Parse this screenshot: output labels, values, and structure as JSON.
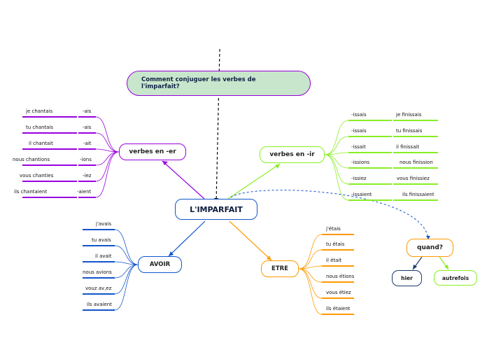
{
  "question": {
    "text": "Comment conjuguer les verbes de l'imparfait?"
  },
  "center": {
    "text": "L'IMPARFAIT"
  },
  "er": {
    "title": "verbes en -er",
    "color": "#9900dd",
    "rows": [
      {
        "verb": "je chantais",
        "ending": "-ais"
      },
      {
        "verb": "tu chantais",
        "ending": "-ais"
      },
      {
        "verb": "il chantait",
        "ending": "-ait"
      },
      {
        "verb": "nous chantions",
        "ending": "-ions"
      },
      {
        "verb": "vous chanties",
        "ending": "-iez"
      },
      {
        "verb": "ils chantaient",
        "ending": "-aient"
      }
    ]
  },
  "ir": {
    "title": "verbes en -ir",
    "color": "#88ee22",
    "rows": [
      {
        "ending": "-issais",
        "verb": "je finissais"
      },
      {
        "ending": "-issais",
        "verb": "tu finissais"
      },
      {
        "ending": "-issait",
        "verb": "il finissait"
      },
      {
        "ending": "-issions",
        "verb": "nous finission"
      },
      {
        "ending": "-issiez",
        "verb": "vous finissiez"
      },
      {
        "ending": "-issaient",
        "verb": "ils finissaient"
      }
    ]
  },
  "avoir": {
    "title": "AVOIR",
    "color": "#1155cc",
    "rows": [
      "j'avais",
      "tu avais",
      "il avait",
      "nous avions",
      "vouz av,ez",
      "ils avaient"
    ]
  },
  "etre": {
    "title": "ETRE",
    "color": "#ff9900",
    "rows": [
      "j'étais",
      "tu étais",
      "il était",
      "nous étions",
      "vous étiez",
      "ils étaient"
    ]
  },
  "quand": {
    "title": "quand?",
    "color": "#ff9900",
    "hier": "hier",
    "autrefois": "autrefois"
  }
}
